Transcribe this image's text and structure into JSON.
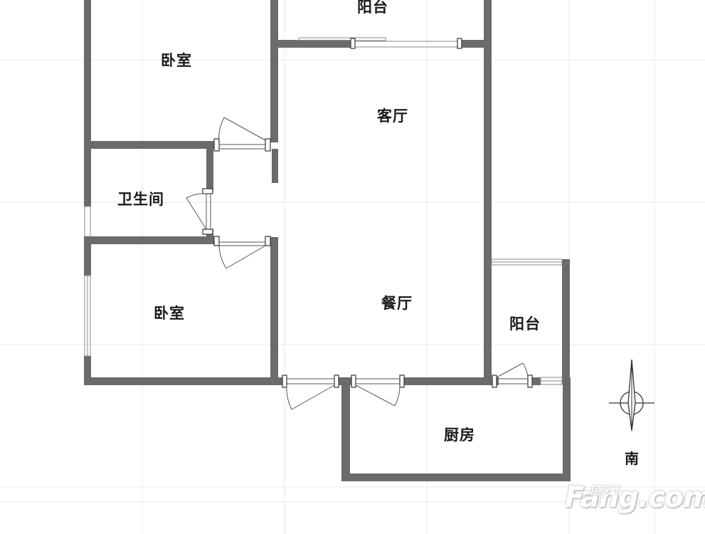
{
  "rooms": {
    "balcony_top": "阳台",
    "bedroom_top": "卧室",
    "living_room": "客厅",
    "bathroom": "卫生间",
    "bedroom_bottom": "卧室",
    "dining_room": "餐厅",
    "balcony_right": "阳台",
    "kitchen": "厨房"
  },
  "compass": {
    "direction_label": "南"
  },
  "watermark": {
    "brand": "Fang.com",
    "chinese": "房天下"
  },
  "colors": {
    "wall": "#6b6b6b",
    "grid": "#e8e8e8",
    "door": "#555555",
    "window": "#8a8a8a"
  }
}
